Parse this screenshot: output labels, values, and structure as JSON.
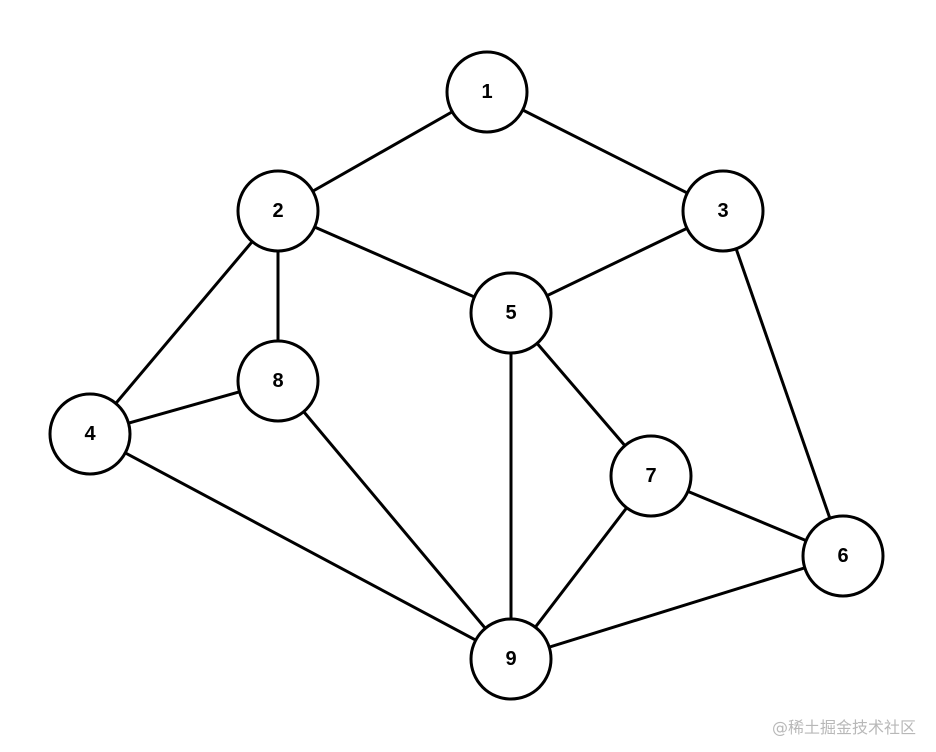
{
  "graph": {
    "nodes": [
      "1",
      "2",
      "3",
      "4",
      "5",
      "6",
      "7",
      "8",
      "9"
    ],
    "edges": [
      [
        "1",
        "2"
      ],
      [
        "1",
        "3"
      ],
      [
        "2",
        "5"
      ],
      [
        "2",
        "8"
      ],
      [
        "2",
        "4"
      ],
      [
        "3",
        "5"
      ],
      [
        "3",
        "6"
      ],
      [
        "5",
        "9"
      ],
      [
        "5",
        "7"
      ],
      [
        "4",
        "8"
      ],
      [
        "4",
        "9"
      ],
      [
        "8",
        "9"
      ],
      [
        "7",
        "9"
      ],
      [
        "7",
        "6"
      ],
      [
        "9",
        "6"
      ]
    ]
  },
  "watermark": "@稀土掘金技术社区",
  "colors": {
    "stroke": "#000000",
    "fill": "#ffffff",
    "watermark": "#b8b8b8"
  }
}
